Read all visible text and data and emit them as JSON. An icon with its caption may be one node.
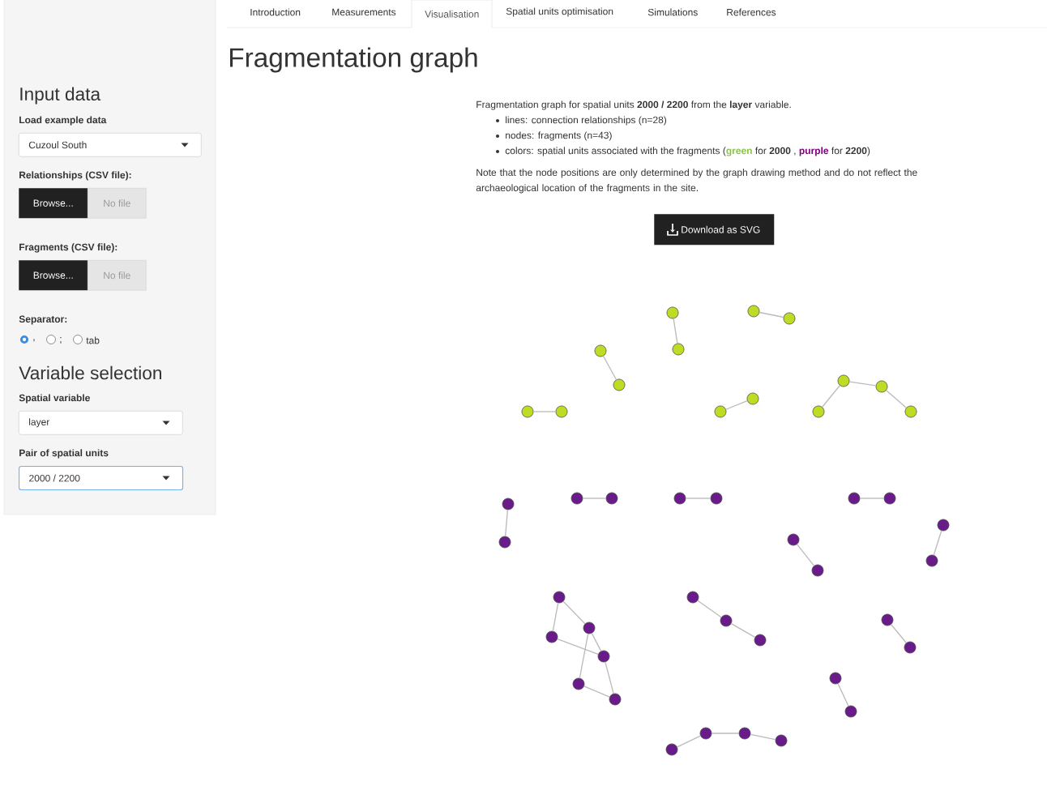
{
  "diagram": {
    "title": "Fragmentation graph",
    "nodes": [
      {
        "text": [
          "Cuzoul South"
        ]
      },
      {
        "text": [
          "Browse..."
        ]
      },
      {
        "text": [
          "No file"
        ]
      },
      {
        "text": [
          "Browse..."
        ]
      },
      {
        "text": [
          "No file"
        ]
      },
      {
        "text": [
          "layer"
        ]
      },
      {
        "text": [
          "2000 / 2200"
        ]
      },
      {
        "text": [
          "Visualisation"
        ]
      },
      {
        "text": [
          "Download as SVG"
        ]
      },
      {
        "text": [],
        "shape": "circle"
      },
      {
        "text": [],
        "shape": "circle"
      },
      {
        "text": [],
        "shape": "circle"
      },
      {
        "text": [],
        "shape": "circle"
      },
      {
        "text": [],
        "shape": "circle"
      },
      {
        "text": [],
        "shape": "circle"
      },
      {
        "text": [],
        "shape": "circle"
      },
      {
        "text": [],
        "shape": "circle"
      },
      {
        "text": [],
        "shape": "circle"
      },
      {
        "text": [],
        "shape": "circle"
      },
      {
        "text": [],
        "shape": "circle"
      },
      {
        "text": [],
        "shape": "circle"
      },
      {
        "text": [],
        "shape": "circle"
      },
      {
        "text": [],
        "shape": "circle"
      },
      {
        "text": [],
        "shape": "circle"
      },
      {
        "text": [],
        "shape": "circle"
      },
      {
        "text": [],
        "shape": "circle"
      },
      {
        "text": [],
        "shape": "circle"
      },
      {
        "text": [],
        "shape": "circle"
      },
      {
        "text": [],
        "shape": "circle"
      },
      {
        "text": [],
        "shape": "circle"
      },
      {
        "text": [],
        "shape": "circle"
      },
      {
        "text": [],
        "shape": "circle"
      },
      {
        "text": [],
        "shape": "circle"
      },
      {
        "text": [],
        "shape": "circle"
      },
      {
        "text": [],
        "shape": "circle"
      },
      {
        "text": [],
        "shape": "circle"
      },
      {
        "text": [],
        "shape": "circle"
      },
      {
        "text": [],
        "shape": "circle"
      },
      {
        "text": [],
        "shape": "circle"
      },
      {
        "text": [],
        "shape": "circle"
      },
      {
        "text": [],
        "shape": "circle"
      },
      {
        "text": [],
        "shape": "circle"
      },
      {
        "text": [],
        "shape": "circle"
      },
      {
        "text": [],
        "shape": "circle"
      },
      {
        "text": [],
        "shape": "circle"
      },
      {
        "text": [],
        "shape": "circle"
      },
      {
        "text": [],
        "shape": "circle"
      },
      {
        "text": [],
        "shape": "circle"
      },
      {
        "text": [],
        "shape": "circle"
      },
      {
        "text": [],
        "shape": "circle"
      },
      {
        "text": [],
        "shape": "circle"
      },
      {
        "text": [],
        "shape": "circle"
      }
    ],
    "edges": [
      {
        "from": 10,
        "to": 12,
        "arrow": "none"
      },
      {
        "from": 9,
        "to": 11,
        "arrow": "none"
      },
      {
        "from": 13,
        "to": 15,
        "arrow": "none"
      },
      {
        "from": 18,
        "to": 19,
        "arrow": "none"
      },
      {
        "from": 20,
        "to": 17,
        "arrow": "none"
      },
      {
        "from": 21,
        "to": 14,
        "arrow": "none"
      },
      {
        "from": 14,
        "to": 16,
        "arrow": "none"
      },
      {
        "from": 16,
        "to": 22,
        "arrow": "none"
      },
      {
        "from": 29,
        "to": 32,
        "arrow": "none"
      },
      {
        "from": 23,
        "to": 24,
        "arrow": "none"
      },
      {
        "from": 25,
        "to": 26,
        "arrow": "none"
      },
      {
        "from": 27,
        "to": 28,
        "arrow": "none"
      },
      {
        "from": 31,
        "to": 34,
        "arrow": "none"
      },
      {
        "from": 30,
        "to": 33,
        "arrow": "none"
      },
      {
        "from": 35,
        "to": 39,
        "arrow": "none"
      },
      {
        "from": 35,
        "to": 40,
        "arrow": "none"
      },
      {
        "from": 40,
        "to": 43,
        "arrow": "none"
      },
      {
        "from": 39,
        "to": 43,
        "arrow": "none"
      },
      {
        "from": 39,
        "to": 45,
        "arrow": "none"
      },
      {
        "from": 43,
        "to": 46,
        "arrow": "none"
      },
      {
        "from": 45,
        "to": 46,
        "arrow": "none"
      },
      {
        "from": 36,
        "to": 38,
        "arrow": "none"
      },
      {
        "from": 38,
        "to": 41,
        "arrow": "none"
      },
      {
        "from": 37,
        "to": 42,
        "arrow": "none"
      },
      {
        "from": 44,
        "to": 47,
        "arrow": "none"
      },
      {
        "from": 51,
        "to": 48,
        "arrow": "none"
      },
      {
        "from": 48,
        "to": 49,
        "arrow": "none"
      },
      {
        "from": 49,
        "to": 50,
        "arrow": "none"
      }
    ],
    "labels": [
      "Input data",
      "Load example data",
      "Relationships (CSV file):",
      "Fragments (CSV file):",
      "Separator:",
      ",",
      ";",
      "tab",
      "Variable selection",
      "Spatial variable",
      "Pair of spatial units",
      "Introduction",
      "Measurements",
      "Spatial units optimisation",
      "Simulations",
      "References",
      "Fragmentation graph for spatial units **2000 / 2200** from the **layer** variable.",
      "lines: connection relationships (n=28)",
      "nodes: fragments (n=43)",
      "colors: spatial units associated with the fragments (",
      "green",
      "for **2000** ,",
      "purple",
      "for **2200**)",
      "Note that the node positions are only determined by the graph drawing method and do not reflect the archaeological location of the fragments in the site."
    ]
  }
}
